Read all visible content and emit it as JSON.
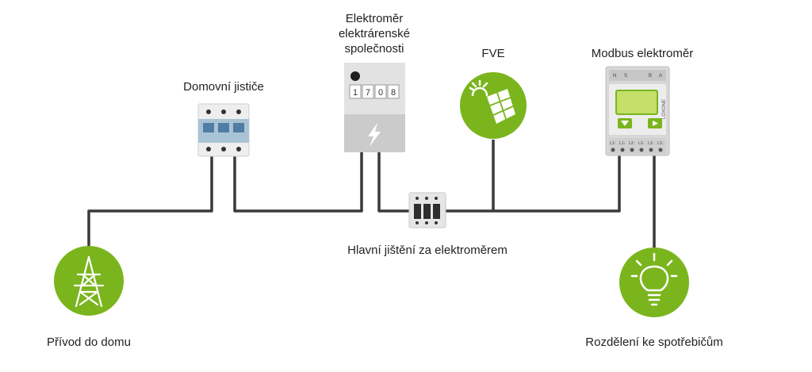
{
  "labels": {
    "household_breakers": "Domovní jističe",
    "utility_meter_line1": "Elektroměr",
    "utility_meter_line2": "elektrárenské",
    "utility_meter_line3": "společnosti",
    "pv": "FVE",
    "modbus_meter": "Modbus elektroměr",
    "main_fuse": "Hlavní jištění za elektroměrem",
    "house_supply": "Přívod do domu",
    "consumer_distribution": "Rozdělení ke spotřebičům"
  },
  "utility_meter_digits": [
    "1",
    "7",
    "0",
    "8"
  ],
  "modbus_meter_device": {
    "brand": "LOXONE",
    "top_terminals": [
      "N",
      "S",
      "B",
      "A"
    ],
    "bottom_terminals": [
      "L1↑",
      "L1↓",
      "L2↑",
      "L2↓",
      "L3↑",
      "L3↓"
    ]
  },
  "icons": {
    "house_supply": "transmission-tower-icon",
    "pv": "solar-panel-sun-icon",
    "consumer_distribution": "light-bulb-icon",
    "utility_meter": "lightning-bolt-icon"
  },
  "colors": {
    "green_accent": "#7ab51d",
    "wire": "#3a3a3a",
    "breaker_blue": "#a9c3d6"
  }
}
